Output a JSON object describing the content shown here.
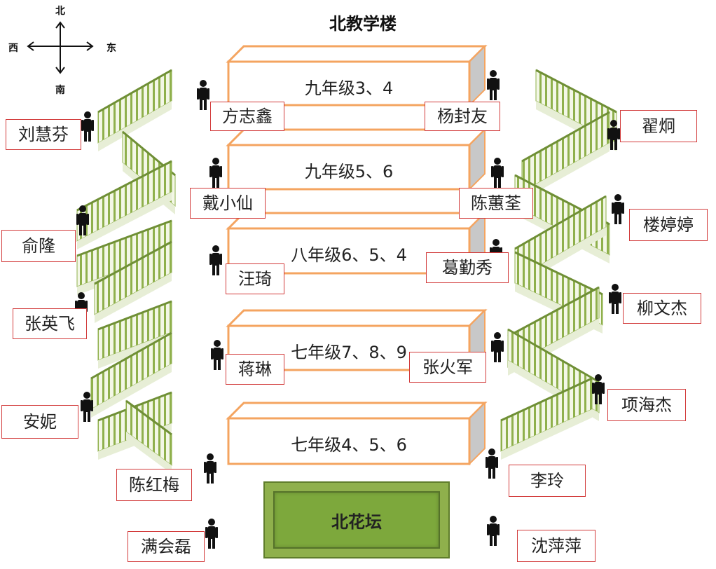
{
  "title": "北教学楼",
  "compass": {
    "north": "北",
    "south": "南",
    "east": "东",
    "west": "西"
  },
  "floors": [
    {
      "label": "九年级3、4",
      "left_teacher": "方志鑫",
      "right_teacher": "杨封友"
    },
    {
      "label": "九年级5、6",
      "left_teacher": "戴小仙",
      "right_teacher": "陈蕙荃"
    },
    {
      "label": "八年级6、5、4",
      "left_teacher": "汪琦",
      "right_teacher": "葛勤秀"
    },
    {
      "label": "七年级7、8、9",
      "left_teacher": "蒋琳",
      "right_teacher": "张火军"
    },
    {
      "label": "七年级4、5、6",
      "left_teacher": "",
      "right_teacher": ""
    }
  ],
  "west_staff": [
    "刘慧芬",
    "俞隆",
    "张英飞",
    "安妮",
    "陈红梅",
    "满会磊"
  ],
  "east_staff": [
    "翟炯",
    "楼婷婷",
    "柳文杰",
    "项海杰",
    "李玲",
    "沈萍萍"
  ],
  "garden": "北花坛",
  "colors": {
    "block_border": "#f4a460",
    "tag_border": "#d23a3a",
    "garden": "#8fb04c",
    "rail": "#8fb04c"
  }
}
